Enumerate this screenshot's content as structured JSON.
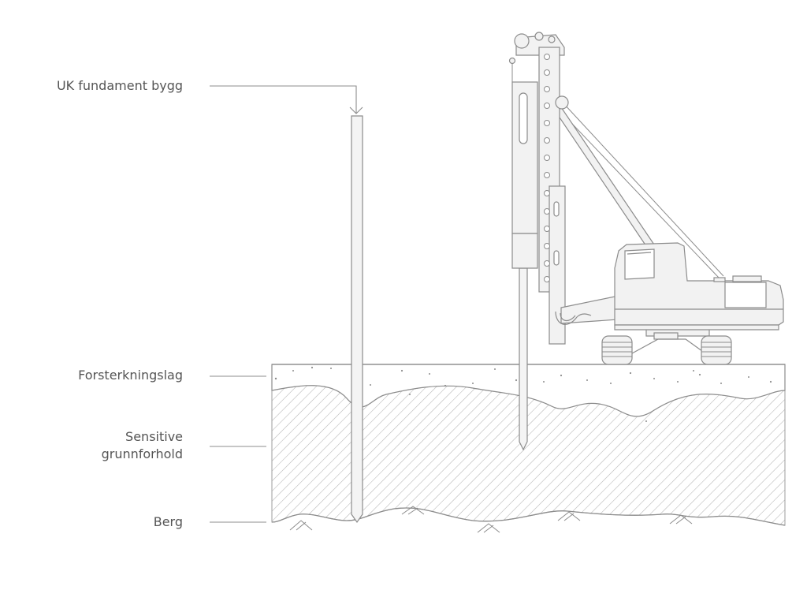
{
  "labels": {
    "foundation": "UK fundament bygg",
    "reinforcement_layer": "Forsterkningslag",
    "sensitive_line1": "Sensitive",
    "sensitive_line2": "grunnforhold",
    "bedrock": "Berg"
  },
  "colors": {
    "line": "#8c8c8c",
    "machine_fill": "#f2f2f2",
    "text": "#555555",
    "hatch": "#b3b3b3"
  }
}
